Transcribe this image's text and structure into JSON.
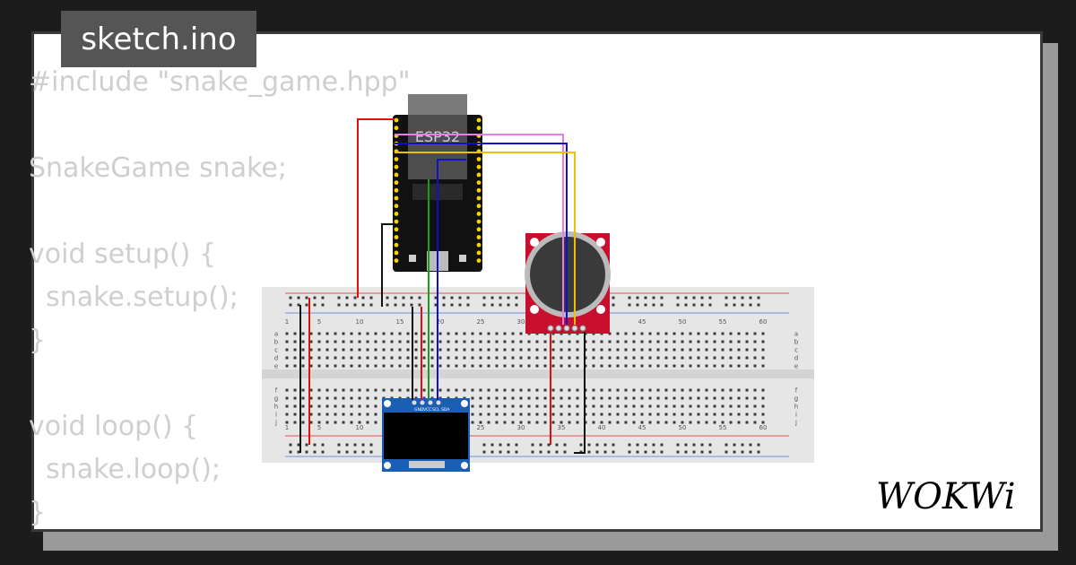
{
  "tab": {
    "filename": "sketch.ino"
  },
  "code_lines": [
    "#include \"snake_game.hpp\"",
    "",
    "SnakeGame snake;",
    "",
    "void setup() {",
    "  snake.setup();",
    "}",
    "",
    "void loop() {",
    "  snake.loop();",
    "}"
  ],
  "board": {
    "label": "ESP32",
    "colors": {
      "pcb": "#111111",
      "pin": "#f5d400",
      "antenna": "#777777"
    }
  },
  "joystick": {
    "colors": {
      "pcb": "#c8102e",
      "knob": "#3a3a3a"
    }
  },
  "oled": {
    "pin_labels": [
      "GND",
      "VCC",
      "SCL",
      "SDA"
    ],
    "colors": {
      "pcb": "#1a5fb4",
      "screen": "#000000"
    }
  },
  "breadboard": {
    "column_numbers": [
      "1",
      "5",
      "10",
      "15",
      "20",
      "25",
      "30",
      "35",
      "40",
      "45",
      "50",
      "55",
      "60"
    ],
    "row_letters_top": [
      "a",
      "b",
      "c",
      "d",
      "e"
    ],
    "row_letters_bottom": [
      "f",
      "g",
      "h",
      "i",
      "j"
    ],
    "colors": {
      "body": "#e6e6e6",
      "hole": "#3a3a3a",
      "rail_red": "#e05050",
      "rail_blue": "#5070d0"
    }
  },
  "wires": {
    "colors": {
      "red": "#e01010",
      "black": "#111111",
      "green": "#1a9c1a",
      "blue": "#1010d0",
      "violet": "#e080e8",
      "yellow": "#f0c000"
    }
  },
  "brand": {
    "logo_text": "WOKWi"
  }
}
